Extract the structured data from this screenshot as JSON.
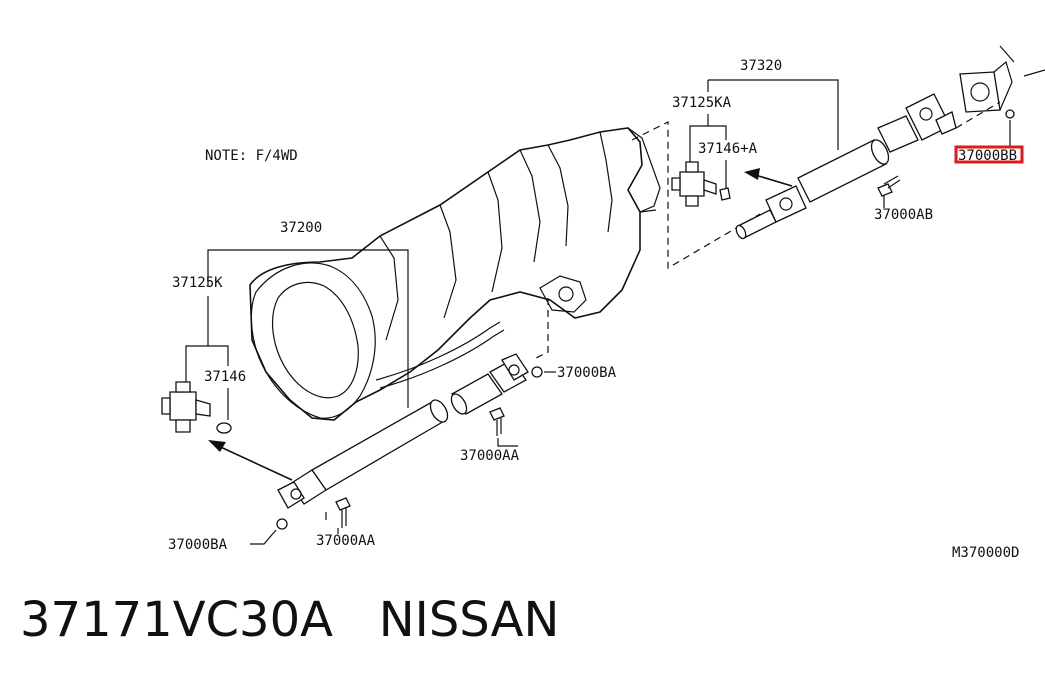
{
  "note": "NOTE: F/4WD",
  "callouts": {
    "rear_assembly": "37200",
    "front_assembly": "37320",
    "rear_joint_kit": "37125K",
    "rear_joint_snap": "37146",
    "front_joint_kit": "37125KA",
    "front_joint_snap": "37146+A",
    "nut_mid": "37000BA",
    "bolt_mid": "37000AA",
    "nut_rear": "37000BA",
    "bolt_rear": "37000AA",
    "bolt_front": "37000AB",
    "nut_front_highlighted": "37000BB"
  },
  "diagram_code": "M370000D",
  "caption": {
    "part_number": "37171VC30A",
    "brand": "NISSAN"
  },
  "colors": {
    "line": "#111111",
    "highlight": "#e0191b",
    "background": "#ffffff"
  }
}
